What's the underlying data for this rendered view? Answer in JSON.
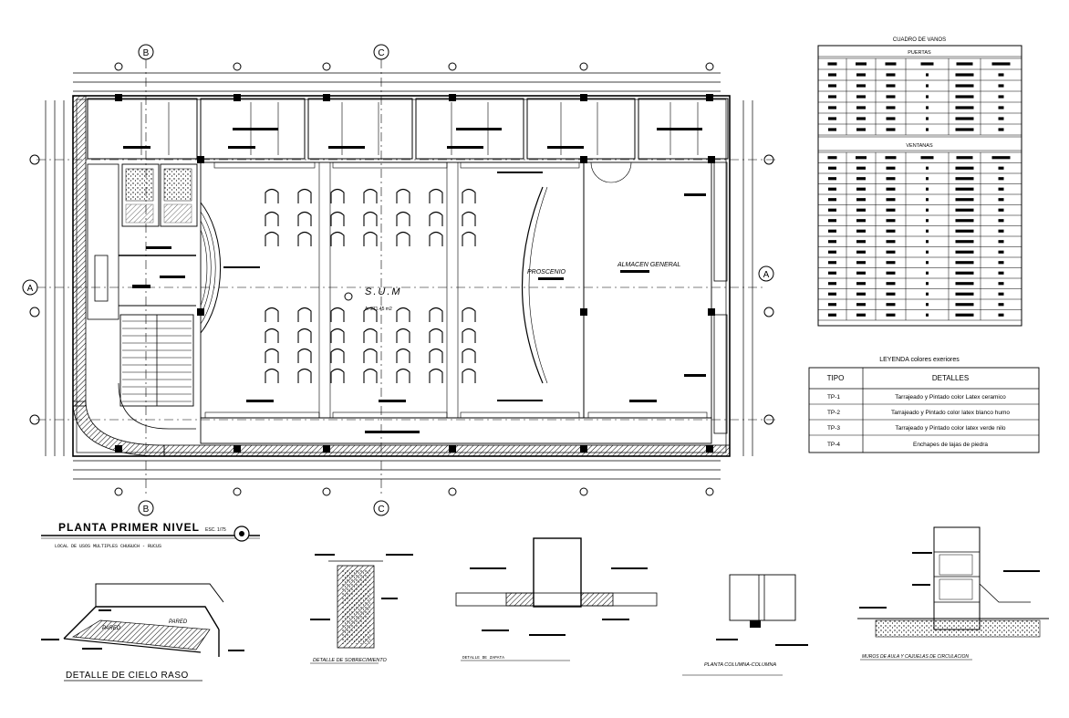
{
  "plan": {
    "title": "PLANTA PRIMER NIVEL",
    "scale": "ESC. 1/75",
    "subtitle": "LOCAL DE USOS MULTIPLES CHUGUCH - RUCUS",
    "grid_axes_columns": [
      "B",
      "C"
    ],
    "grid_axes_rows": [
      "A"
    ],
    "rooms": {
      "sum": "S.U.M",
      "sum_area": "A: 271.45 m2",
      "proscenio": "PROSCENIO",
      "almacen": "ALMACEN GENERAL"
    }
  },
  "vanos_table": {
    "title": "CUADRO DE VANOS",
    "doors_header": "PUERTAS",
    "windows_header": "VENTANAS",
    "door_rows": 6,
    "window_rows": 15
  },
  "legend": {
    "title": "LEYENDA colores exeriores",
    "col_tipo": "TIPO",
    "col_detalles": "DETALLES",
    "rows": [
      {
        "tipo": "TP-1",
        "detalle": "Tarrajeado y Pintado color Latex ceramico"
      },
      {
        "tipo": "TP-2",
        "detalle": "Tarrajeado y Pintado color latex blanco humo"
      },
      {
        "tipo": "TP-3",
        "detalle": "Tarrajeado y Pintado color latex verde nilo"
      },
      {
        "tipo": "TP-4",
        "detalle": "Enchapes de lajas de piedra"
      }
    ]
  },
  "details": {
    "cielo_raso": {
      "title": "DETALLE  DE  CIELO RASO",
      "label_pared1": "PARED",
      "label_pared2": "PARED"
    },
    "sobrecimiento": {
      "title": "DETALLE DE SOBRECIMIENTO"
    },
    "zapata": {
      "title": "DETALLE DE ZAPATA"
    },
    "columna": {
      "title": "PLANTA COLUMNA-COLUMNA"
    },
    "muro": {
      "title": "MUROS DE AULA Y CAJUELAS DE CIRCULACION"
    }
  }
}
